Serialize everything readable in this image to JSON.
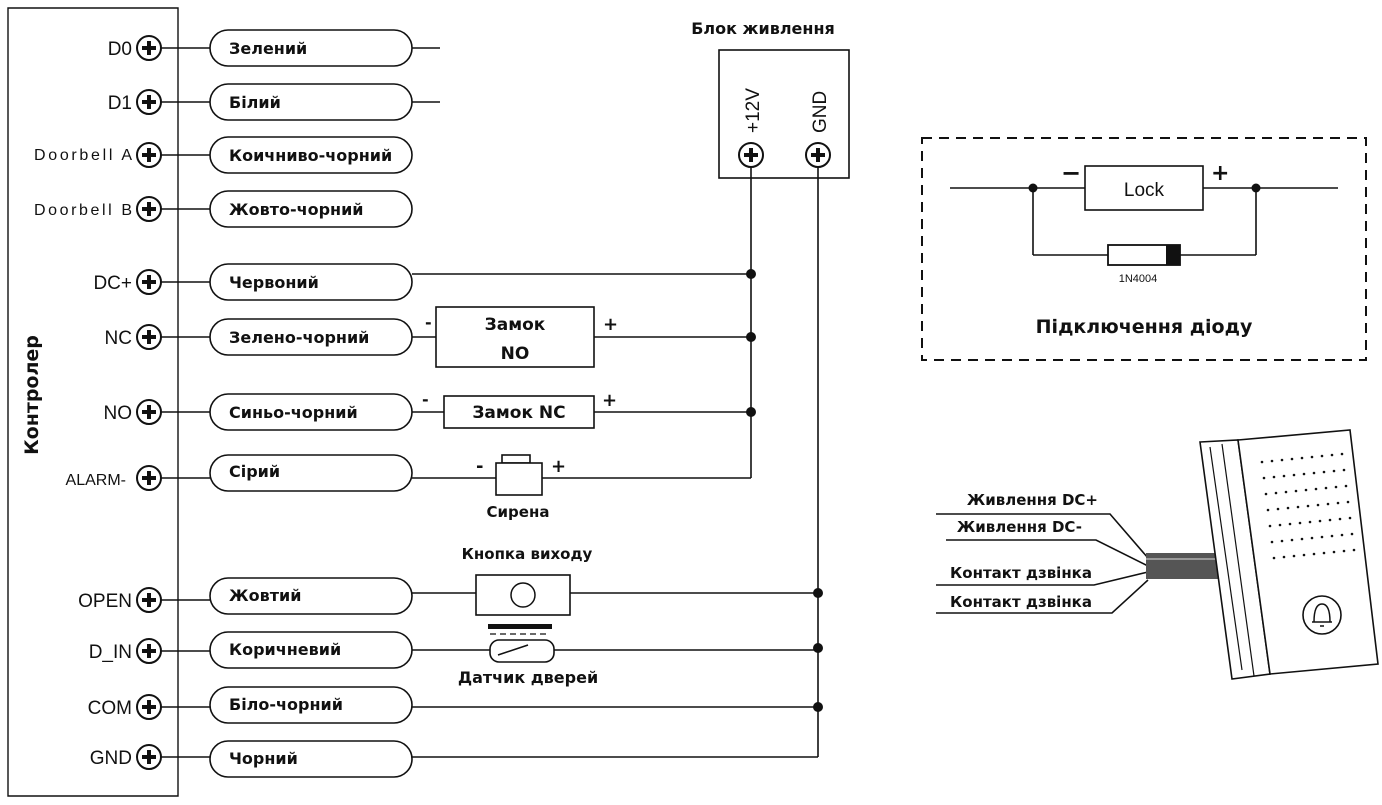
{
  "controller": {
    "label": "Контролер",
    "terminals": [
      {
        "name": "D0",
        "wire": "Зелений"
      },
      {
        "name": "D1",
        "wire": "Білий"
      },
      {
        "name": "Doorbell A",
        "wire": "Коичниво-чорний"
      },
      {
        "name": "Doorbell B",
        "wire": "Жовто-чорний"
      },
      {
        "name": "DC+",
        "wire": "Червоний"
      },
      {
        "name": "NC",
        "wire": "Зелено-чорний"
      },
      {
        "name": "NO",
        "wire": "Синьо-чорний"
      },
      {
        "name": "ALARM-",
        "wire": "Сірий"
      },
      {
        "name": "OPEN",
        "wire": "Жовтий"
      },
      {
        "name": "D_IN",
        "wire": "Коричневий"
      },
      {
        "name": "COM",
        "wire": "Біло-чорний"
      },
      {
        "name": "GND",
        "wire": "Чорний"
      }
    ]
  },
  "power_supply": {
    "title": "Блок живлення",
    "plus": "+12V",
    "gnd": "GND"
  },
  "components": {
    "lock_no_line1": "Замок",
    "lock_no_line2": "NO",
    "lock_nc": "Замок NC",
    "siren": "Сирена",
    "exit_button": "Кнопка виходу",
    "door_sensor": "Датчик дверей",
    "minus": "-",
    "plus": "+"
  },
  "diode_inset": {
    "lock": "Lock",
    "diode": "1N4004",
    "caption": "Підключення діоду",
    "minus": "−",
    "plus": "+"
  },
  "doorbell": {
    "wires": [
      "Живлення DC+",
      "Живлення DC-",
      "Контакт дзвінка",
      "Контакт дзвінка"
    ]
  }
}
